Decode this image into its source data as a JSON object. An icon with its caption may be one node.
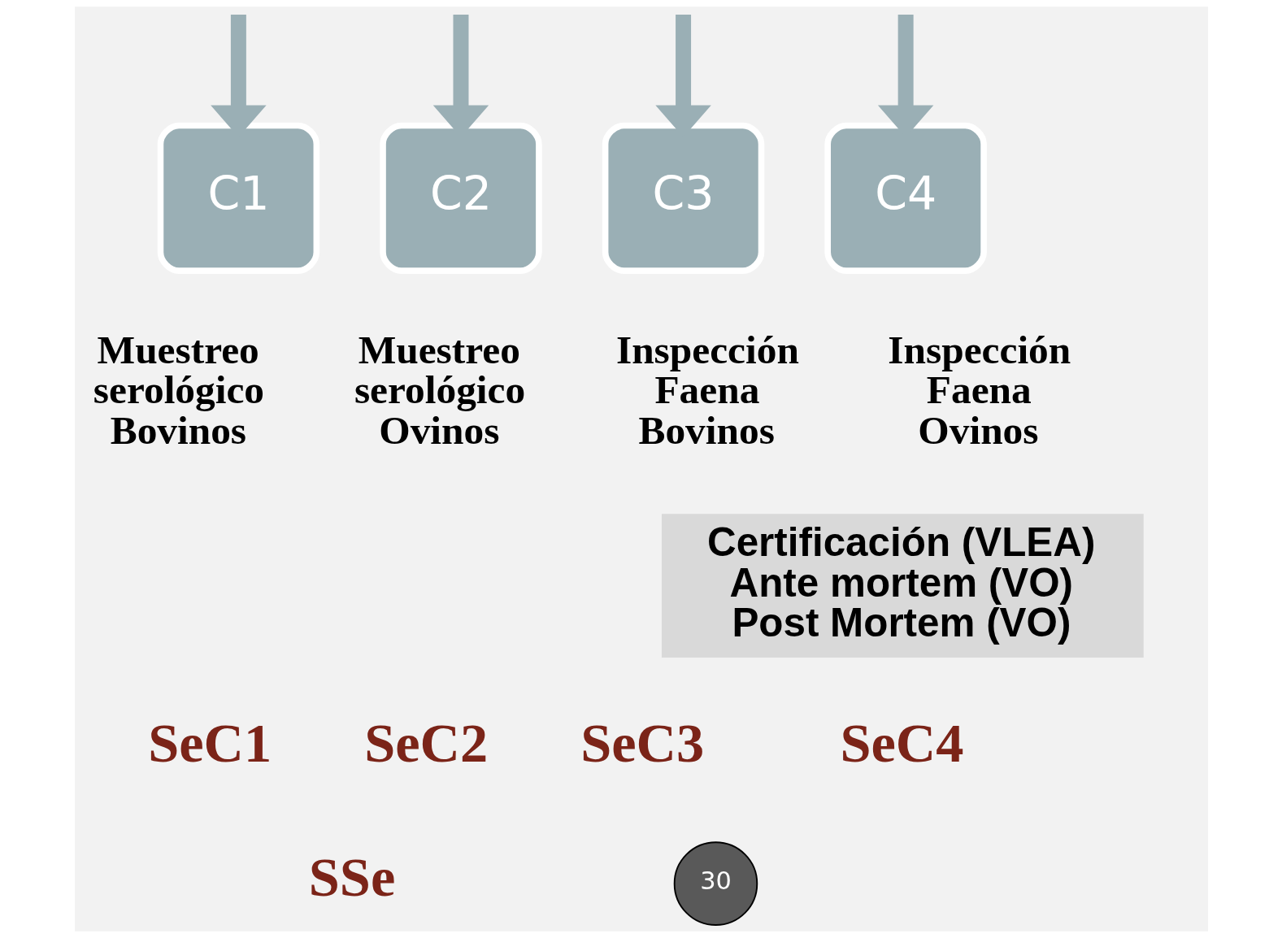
{
  "diagram": {
    "nodes": [
      {
        "text": [
          "C1"
        ],
        "beside": [
          "Muestreo serológico Bovinos"
        ]
      },
      {
        "text": [
          "C2"
        ],
        "beside": [
          "Muestreo serológico Ovinos"
        ]
      },
      {
        "text": [
          "C3"
        ],
        "beside": [
          "Inspección Faena Bovinos"
        ]
      },
      {
        "text": [
          "C4"
        ],
        "beside": [
          "Inspección Faena Ovinos"
        ]
      },
      {
        "text": [
          "Certificación (VLEA)",
          "Ante mortem (VO)",
          "Post Mortem (VO)"
        ]
      }
    ],
    "edges": [
      {
        "from": null,
        "to": 0,
        "arrow": "to"
      },
      {
        "from": null,
        "to": 1,
        "arrow": "to"
      },
      {
        "from": null,
        "to": 2,
        "arrow": "to"
      },
      {
        "from": null,
        "to": 3,
        "arrow": "to"
      }
    ],
    "labels": [
      "SeC1",
      "SeC2",
      "SeC3",
      "SeC4",
      "SSe",
      "30"
    ]
  }
}
